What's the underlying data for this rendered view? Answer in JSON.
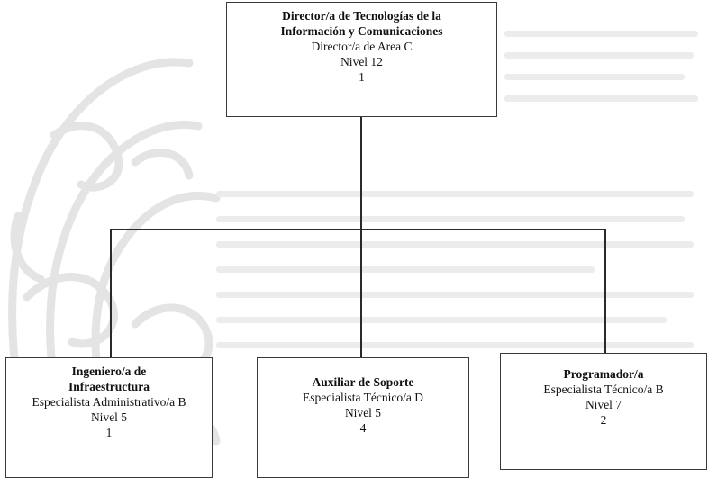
{
  "colors": {
    "box_border": "#3a3a3a",
    "connector": "#2a2a2a",
    "watermark": "#e6e6e6"
  },
  "watermark": {
    "description_icon": "coat-of-arms-seal-icon"
  },
  "org_chart": {
    "root": {
      "title": "Director/a de Tecnologías de la Información y Comunicaciones",
      "role": "Director/a de Area C",
      "level": "Nivel 12",
      "count": "1"
    },
    "children": [
      {
        "title": "Ingeniero/a de Infraestructura",
        "role": "Especialista Administrativo/a B",
        "level": "Nivel 5",
        "count": "1"
      },
      {
        "title": "Auxiliar de Soporte",
        "role": "Especialista Técnico/a D",
        "level": "Nivel 5",
        "count": "4"
      },
      {
        "title": "Programador/a",
        "role": "Especialista Técnico/a B",
        "level": "Nivel 7",
        "count": "2"
      }
    ]
  }
}
